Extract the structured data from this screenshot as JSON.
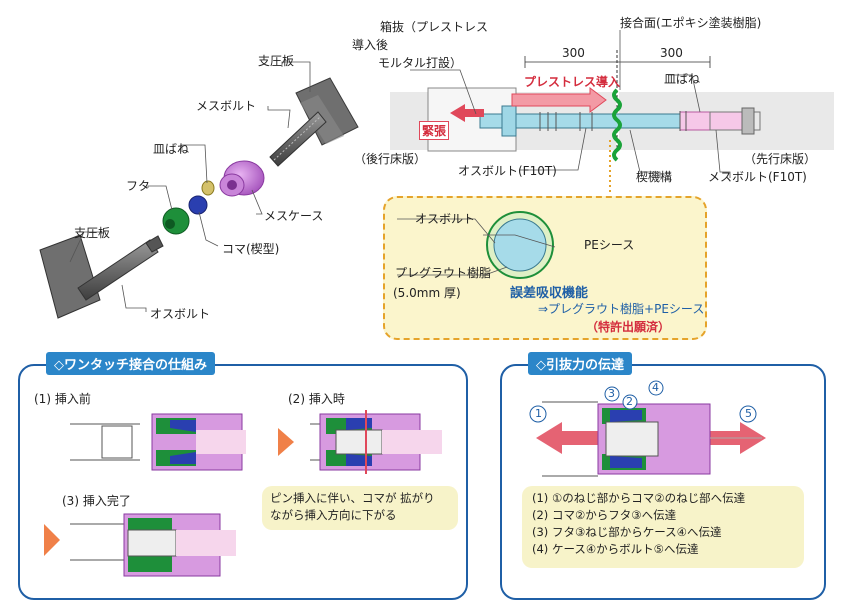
{
  "exploded": {
    "plate_top": "支圧板",
    "female_bolt": "メスボルト",
    "disc_spring": "皿ばね",
    "cap": "フタ",
    "female_case": "メスケース",
    "wedge": "コマ(楔型)",
    "plate_bottom": "支圧板",
    "male_bolt": "オスボルト"
  },
  "section": {
    "box_line1": "箱抜（プレストレス",
    "box_line2": "導入後",
    "box_line3": "モルタル打設）",
    "joint": "接合面(エポキシ塗装樹脂)",
    "dim_left": "300",
    "dim_right": "300",
    "prestress": "プレストレス導入",
    "tension": "緊張",
    "disc_spring": "皿ばね",
    "rear_slab": "（後行床版）",
    "front_slab": "（先行床版）",
    "male_bolt": "オスボルト(F10T)",
    "wedge_mech": "楔機構",
    "female_bolt": "メスボルト(F10T)"
  },
  "callout": {
    "male_bolt": "オスボルト",
    "pe_sheath": "PEシース",
    "grout_resin": "プレグラウト樹脂",
    "thickness": "(5.0mm 厚)",
    "absorb_title": "誤差吸収機能",
    "absorb_desc": "⇒プレグラウト樹脂+PEシース",
    "patent": "（特許出願済）"
  },
  "onetouch": {
    "title": "◇ワンタッチ接合の仕組み",
    "step1": "(1)  挿入前",
    "step2": "(2)  挿入時",
    "step3": "(3)  挿入完了",
    "note_line1": "ピン挿入に伴い、コマが 拡がり",
    "note_line2": "ながら挿入方向に下がる"
  },
  "pullout": {
    "title": "◇引抜力の伝達",
    "c1": "1",
    "c2": "2",
    "c3": "3",
    "c4": "4",
    "c5": "5",
    "steps": [
      "(1)  ①のねじ部からコマ②のねじ部へ伝達",
      "(2)  コマ②からフタ③へ伝達",
      "(3)  フタ③ねじ部からケース④へ伝達",
      "(4)  ケース④からボルト⑤へ伝達"
    ]
  },
  "colors": {
    "panel_border": "#1f5fa6",
    "title_bg": "#2b86c9",
    "female_case": "#c77ad6",
    "cap": "#1e8f3a",
    "wedge": "#2a3fb0",
    "arrow_red": "#e0485a",
    "callout_bg": "#fbf5cc",
    "callout_border": "#e5a32a"
  }
}
